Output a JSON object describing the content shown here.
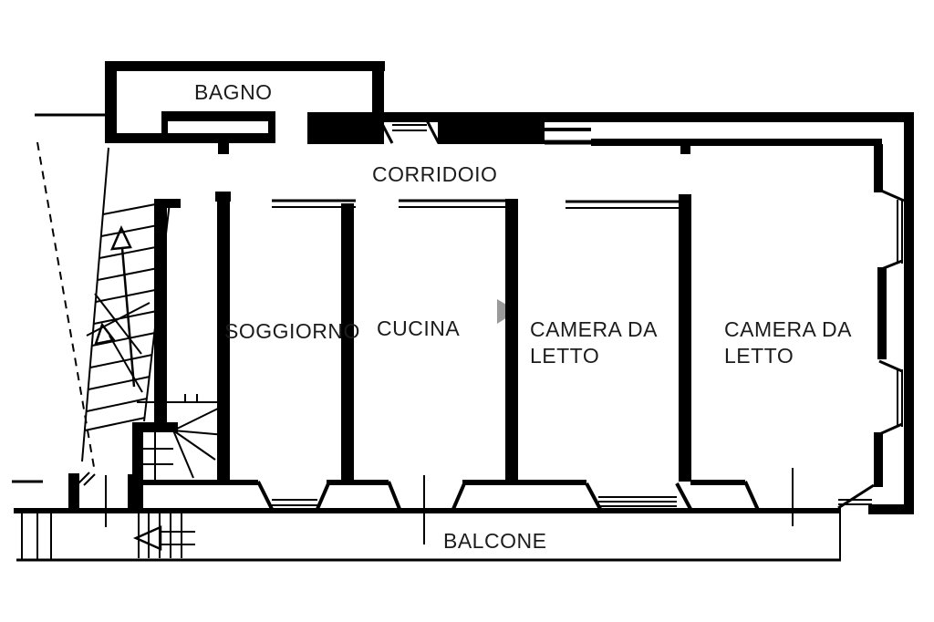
{
  "plan": {
    "type": "apartment-floor-plan",
    "rooms": {
      "bagno": "BAGNO",
      "corridoio": "CORRIDOIO",
      "soggiorno": "SOGGIORNO",
      "cucina": "CUCINA",
      "camera1_line1": "CAMERA DA",
      "camera1_line2": "LETTO",
      "camera2_line1": "CAMERA DA",
      "camera2_line2": "LETTO",
      "balcone": "BALCONE"
    },
    "colors": {
      "line": "#000000",
      "background": "#ffffff",
      "text": "#1c1c1c",
      "watermark": "#9a9a9a"
    }
  }
}
